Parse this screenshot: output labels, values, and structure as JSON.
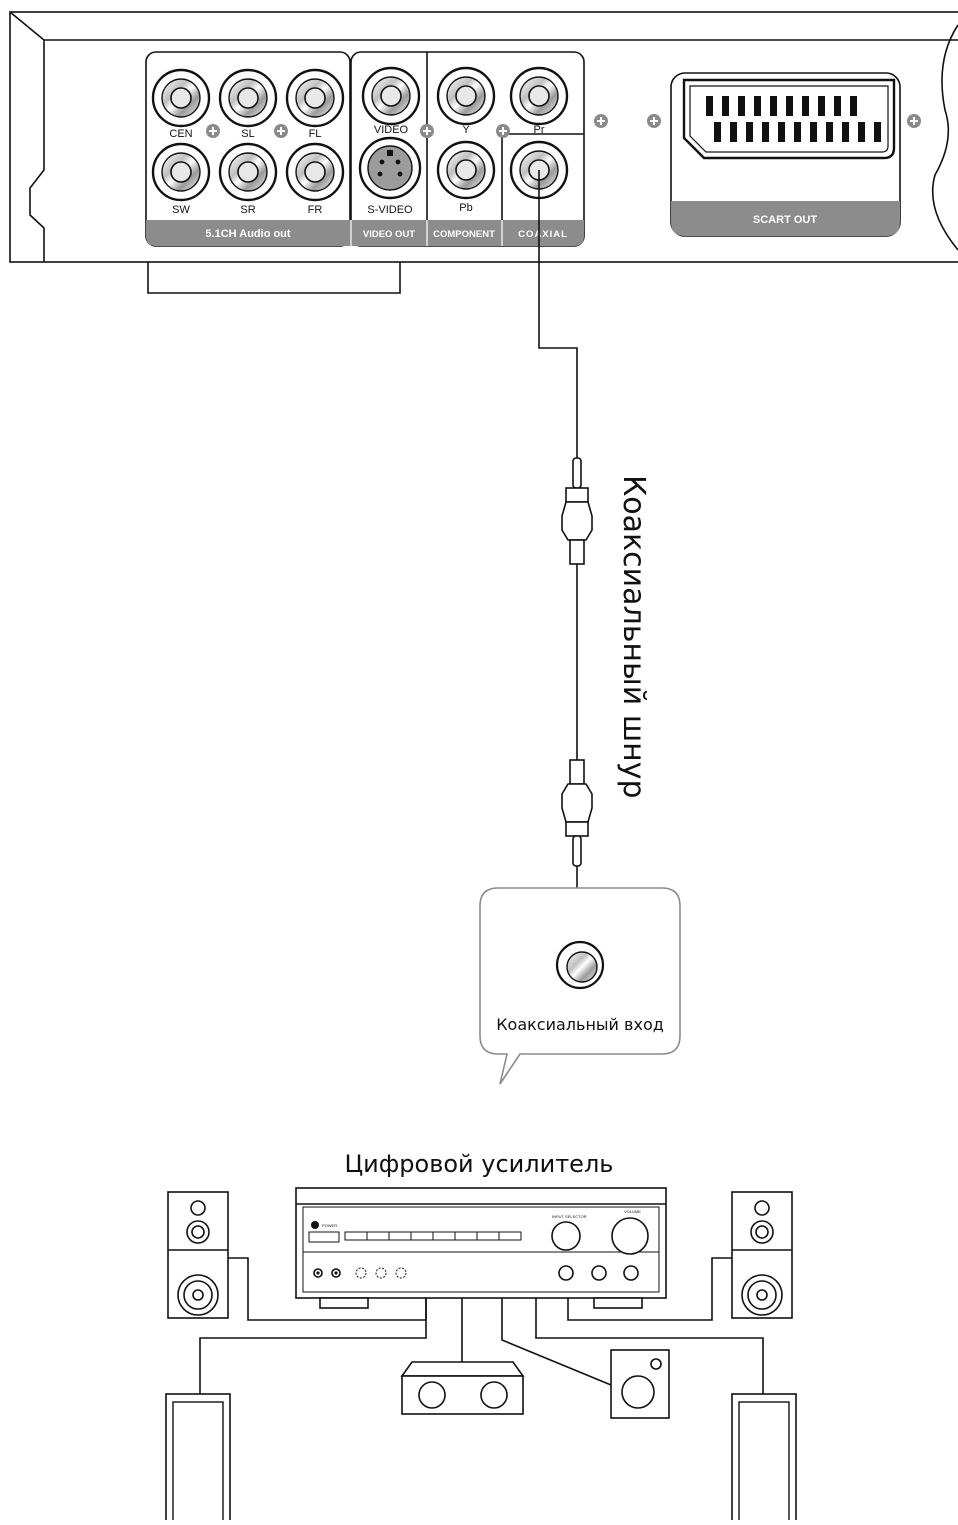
{
  "panel": {
    "groups": {
      "audio_51": "5.1CH Audio out",
      "video_out": "VIDEO OUT",
      "component": "COMPONENT",
      "coaxial": "COAXIAL",
      "scart": "SCART OUT"
    },
    "jacks": {
      "cen": "CEN",
      "sl": "SL",
      "fl": "FL",
      "sw": "SW",
      "sr": "SR",
      "fr": "FR",
      "video": "VIDEO",
      "svideo": "S-VIDEO",
      "y": "Y",
      "pr": "Pr",
      "pb": "Pb"
    }
  },
  "cable_label": "Коаксиальный шнур",
  "callout_label": "Коаксиальный вход",
  "amplifier_label": "Цифровой усилитель",
  "amp_panel": {
    "power": "POWER",
    "input_selector": "INPUT SELECTOR",
    "volume": "VOLUME"
  },
  "colors": {
    "band": "#8c8c8c",
    "screw": "#8a8a8a",
    "line": "#111111"
  }
}
